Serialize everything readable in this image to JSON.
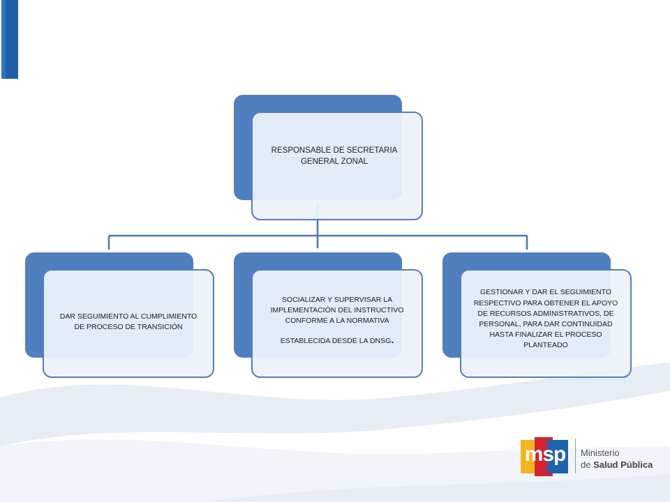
{
  "root": {
    "line1": "RESPONSABLE DE SECRETARIA",
    "line2": "GENERAL ZONAL"
  },
  "children": [
    {
      "line1": "DAR SEGUIMIENTO   AL CUMPLIMIENTO",
      "line2": "DE PROCESO DE TRANSICIÓN"
    },
    {
      "line1": "SOCIALIZAR Y SUPERVISAR  LA",
      "line2": "IMPLEMENTACIÓN  DEL  INSTRUCTIVO",
      "line3": "CONFORME  A LA NORMATIVA",
      "line4": "ESTABLECIDA  DESDE LA DNSG",
      "line4_end": "."
    },
    {
      "line1": "GESTIONAR  Y DAR EL SEGUIMIENTO",
      "line2": "RESPECTIVO  PARA OBTENER  EL APOYO",
      "line3": "DE RECURSOS ADMINISTRATIVOS,  DE",
      "line4": "PERSONAL, PARA DAR CONTINUIDAD",
      "line5": "HASTA FINALIZAR EL PROCESO",
      "line6": "PLANTEADO"
    }
  ],
  "logo": {
    "mark": "msp",
    "line1": "Ministerio",
    "line2_prefix": "de ",
    "line2_bold": "Salud Pública"
  },
  "colors": {
    "box_back": "#4f7fbf",
    "box_front": "#edf2fa",
    "connector": "#4a78b5",
    "accent_bar": "#1f5fa8"
  }
}
